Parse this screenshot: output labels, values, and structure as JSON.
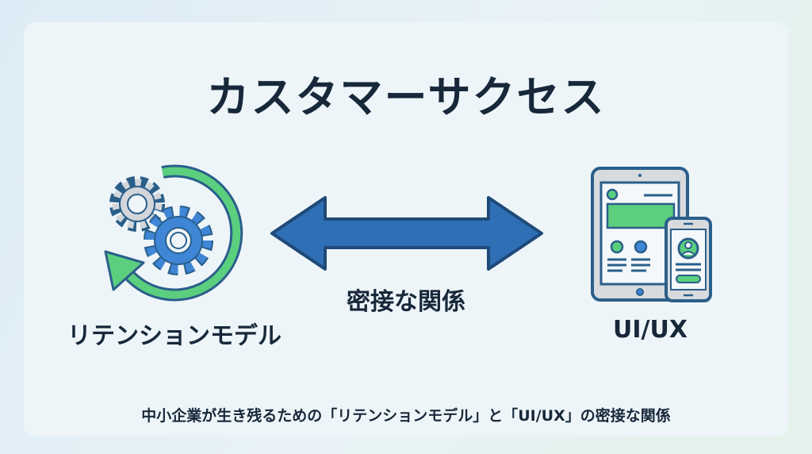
{
  "title": "カスタマーサクセス",
  "left_label": "リテンションモデル",
  "right_label": "UI/UX",
  "relation_label": "密接な関係",
  "caption": "中小企業が生き残るための「リテンションモデル」と「UI/UX」の密接な関係",
  "icons": {
    "left": "gears-cycle-icon",
    "right": "tablet-phone-icon",
    "center": "double-arrow-icon"
  },
  "colors": {
    "blue": "#3f86d6",
    "green": "#5ccf7f",
    "outline": "#2a5f8a",
    "text": "#17283a"
  }
}
